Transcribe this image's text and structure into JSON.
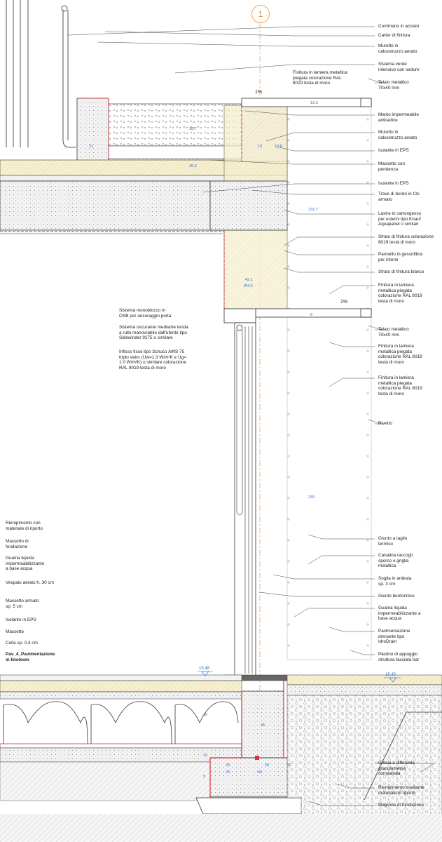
{
  "axis_label": "1",
  "slopes": [
    "1%",
    "1%"
  ],
  "levels": [
    "15.48",
    "15.45"
  ],
  "dimensions": [
    "21",
    "38.7",
    "10.3",
    "15",
    "10.8",
    "13.3",
    "132.7",
    "42.1",
    "W4.2",
    "8",
    "240",
    "30",
    "10",
    "5",
    "45",
    "20",
    "20",
    "20",
    "60",
    "20"
  ],
  "labels_right": [
    {
      "id": "corrimano",
      "text": "Corrimano in acciaio"
    },
    {
      "id": "carter",
      "text": "Carter di finitura"
    },
    {
      "id": "muretto1",
      "text": "Muretto in\ncalcestruzzo aerato"
    },
    {
      "id": "sistema-verde",
      "text": "Sistema verde\nintensivo con sedum"
    },
    {
      "id": "telaio1",
      "text": "Telaio metallico\n70x40 mm"
    },
    {
      "id": "manto",
      "text": "Manto impermeabile\nantiradice"
    },
    {
      "id": "muretto2",
      "text": "Muretto in\ncalcestruzzo areato"
    },
    {
      "id": "isolante1",
      "text": "Isolante in EPS"
    },
    {
      "id": "massetto-pend",
      "text": "Massetto con\npendenza"
    },
    {
      "id": "isolante2",
      "text": "Isolante in EPS"
    },
    {
      "id": "trave",
      "text": "Trave di bordo in Cls\narmato"
    },
    {
      "id": "lastre",
      "text": "Lastre in cartongesso\nper esterni tipo Knauf\nAquapanel o similari"
    },
    {
      "id": "strato-finitura1",
      "text": "Strato di finitura colorazione\n8019 testa di moro"
    },
    {
      "id": "pannello",
      "text": "Pannello in gessofibra\nper interni"
    },
    {
      "id": "strato-bianco",
      "text": "Strato di finitura bianco"
    },
    {
      "id": "finitura-lamiera1",
      "text": "Finitura in lamiera\nmetallica piegata\ncolorazione RAL 8019\ntesta di moro"
    },
    {
      "id": "telaio2",
      "text": "Telaio metallico\n70x40 mm"
    },
    {
      "id": "finitura-lamiera2",
      "text": "Finitura in lamiera\nmetallica piegata\ncolorazione RAL 8019\ntesta di moro"
    },
    {
      "id": "finitura-lamiera3",
      "text": "Finitura in lamiera\nmetallica piegata\ncolorazione RAL 8019\ntesta di moro"
    },
    {
      "id": "rivetto",
      "text": "Rivetto"
    },
    {
      "id": "giunto-taglio",
      "text": "Giunto a taglio\ntermico"
    },
    {
      "id": "canalina",
      "text": "Canalina raccogli\nsporco e griglia\nmetallica"
    },
    {
      "id": "soglia",
      "text": "Soglia in ardesia\nsp. 3 cm"
    },
    {
      "id": "giunto-bento",
      "text": "Giunto bentonitico"
    },
    {
      "id": "guaina-dx",
      "text": "Guaina liquida\nimpermeabilizzante a\nbase acqua"
    },
    {
      "id": "pavimentazione-drenante",
      "text": "Pavimentazione\ndrenante tipo\nIdroDrain"
    },
    {
      "id": "piedino",
      "text": "Piedino di appoggio\nstruttura facciata bar"
    },
    {
      "id": "ghiaia",
      "text": "Ghiaia a differente\ngranulometria\ncompattata"
    },
    {
      "id": "riempimento-dx",
      "text": "Riempimento mediante\nmateriale di riporto"
    },
    {
      "id": "magrone",
      "text": "Magrone di fondazione"
    }
  ],
  "labels_top_center": [
    {
      "id": "finitura-top",
      "text": "Finitura in lamiera metallica\npiegata colorazione RAL\n8019 testa di moro"
    }
  ],
  "labels_middle": [
    {
      "id": "monoblocco",
      "text": "Sistema monoblocco in\nOSB per ancoraggio porta"
    },
    {
      "id": "oscurante",
      "text": "Sistema oscurante mediante tenda\na rullo manovrabile dall'utente tipo\nSidewinder 9275 o similare"
    },
    {
      "id": "infisso",
      "text": "Infisso fisso tipo Schuco AWS 75\ntriplo vetro (Uw=1.3 W/m²K e Ug=\n1.0 W/m²K) o similare colorazione\nRAL 8019 testa di moro"
    }
  ],
  "labels_left": [
    {
      "id": "riempimento-sx",
      "text": "Riempimento con\nmateriale di riporto"
    },
    {
      "id": "massetto-fond",
      "text": "Massetto di\nfondazione"
    },
    {
      "id": "guaina-sx",
      "text": "Guaina liquida\nimpermeabilizzante\na base acqua"
    },
    {
      "id": "vespaio",
      "text": "Vespaio aerato h. 30 cm"
    },
    {
      "id": "massetto-armato",
      "text": "Massetto armato\nsp. 5 cm"
    },
    {
      "id": "isolante-sx",
      "text": "Isolante in EPS"
    },
    {
      "id": "massetto-sx",
      "text": "Massetto"
    },
    {
      "id": "colla",
      "text": "Colla sp. 0,4 cm"
    },
    {
      "id": "pav4",
      "text": "Pav_4_Pavimentazione\nin linoleum"
    }
  ],
  "colors": {
    "axis": "#f0a25a",
    "dimension": "#2a6fd6",
    "membrane": "#d9303a",
    "insulation": "#f5edc9",
    "concrete": "#eeeeee",
    "line": "#333333"
  }
}
